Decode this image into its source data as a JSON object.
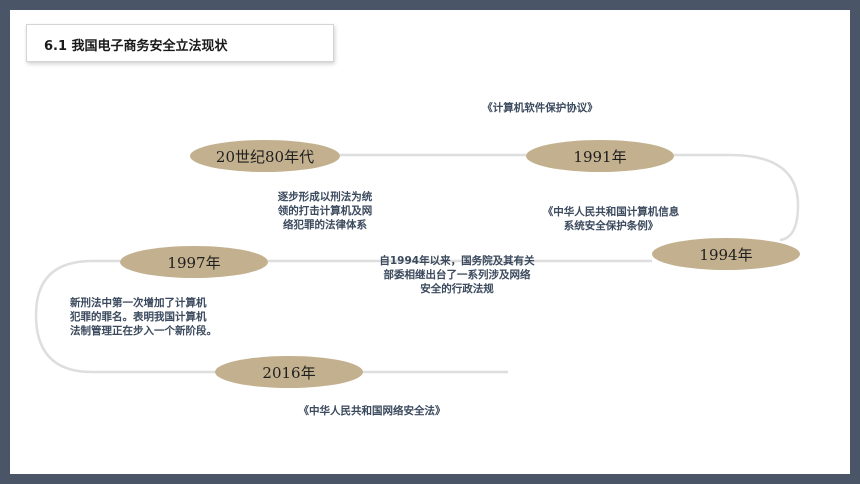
{
  "title": "6.1 我国电子商务安全立法现状",
  "timeline": [
    {
      "year": "20世纪80年代",
      "note": "逐步形成以刑法为统\n领的打击计算机及网\n络犯罪的法律体系"
    },
    {
      "year": "1991年",
      "note": "《计算机软件保护协议》"
    },
    {
      "year": "1994年",
      "note": "《中华人民共和国计算机信息\n系统安全保护条例》"
    },
    {
      "year": "1994年-text",
      "note": "自1994年以来，国务院及其有关\n部委相继出台了一系列涉及网络\n安全的行政法规"
    },
    {
      "year": "1997年",
      "note": "新刑法中第一次增加了计算机\n犯罪的罪名。表明我国计算机\n法制管理正在步入一个新阶段。"
    },
    {
      "year": "2016年",
      "note": "《中华人民共和国网络安全法》"
    }
  ],
  "colors": {
    "pill": "#c2b08e",
    "caption": "#3c4a5e",
    "line": "#dedede",
    "frame": "#4a5568"
  }
}
